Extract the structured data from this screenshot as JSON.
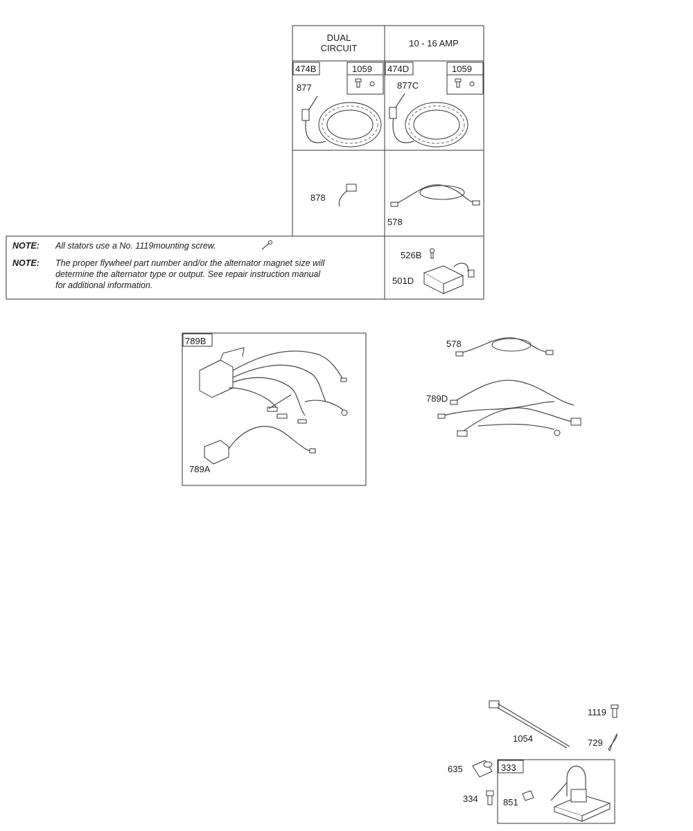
{
  "table": {
    "headers": [
      "DUAL\nCIRCUIT",
      "10 - 16 AMP"
    ],
    "header_dual_line1": "DUAL",
    "header_dual_line2": "CIRCUIT",
    "header_amp": "10 - 16 AMP",
    "cell_left_stator": {
      "box": "474B",
      "screw_box": "1059",
      "wire": "877"
    },
    "cell_right_stator": {
      "box": "474D",
      "screw_box": "1059",
      "wire": "877C"
    },
    "cell_left_connector": "878",
    "cell_right_harness": "578",
    "cell_regulator": {
      "screw": "526B",
      "regulator": "501D"
    }
  },
  "notes": [
    {
      "prefix": "NOTE:",
      "lines": [
        "All stators use a No. 1119mounting screw."
      ]
    },
    {
      "prefix": "NOTE:",
      "lines": [
        "The proper flywheel part number and/or the alternator magnet size will",
        "determine the alternator type or output. See repair instruction manual",
        "for additional information."
      ]
    }
  ],
  "harness_box": {
    "box": "789B",
    "lower": "789A"
  },
  "loose_harness": {
    "top": "578",
    "lower": "789D"
  },
  "ignition": {
    "tie": "1054",
    "screw": "1119",
    "clip": "729",
    "adapter": "635",
    "bolt": "334",
    "box": "333",
    "bracket": "851"
  }
}
